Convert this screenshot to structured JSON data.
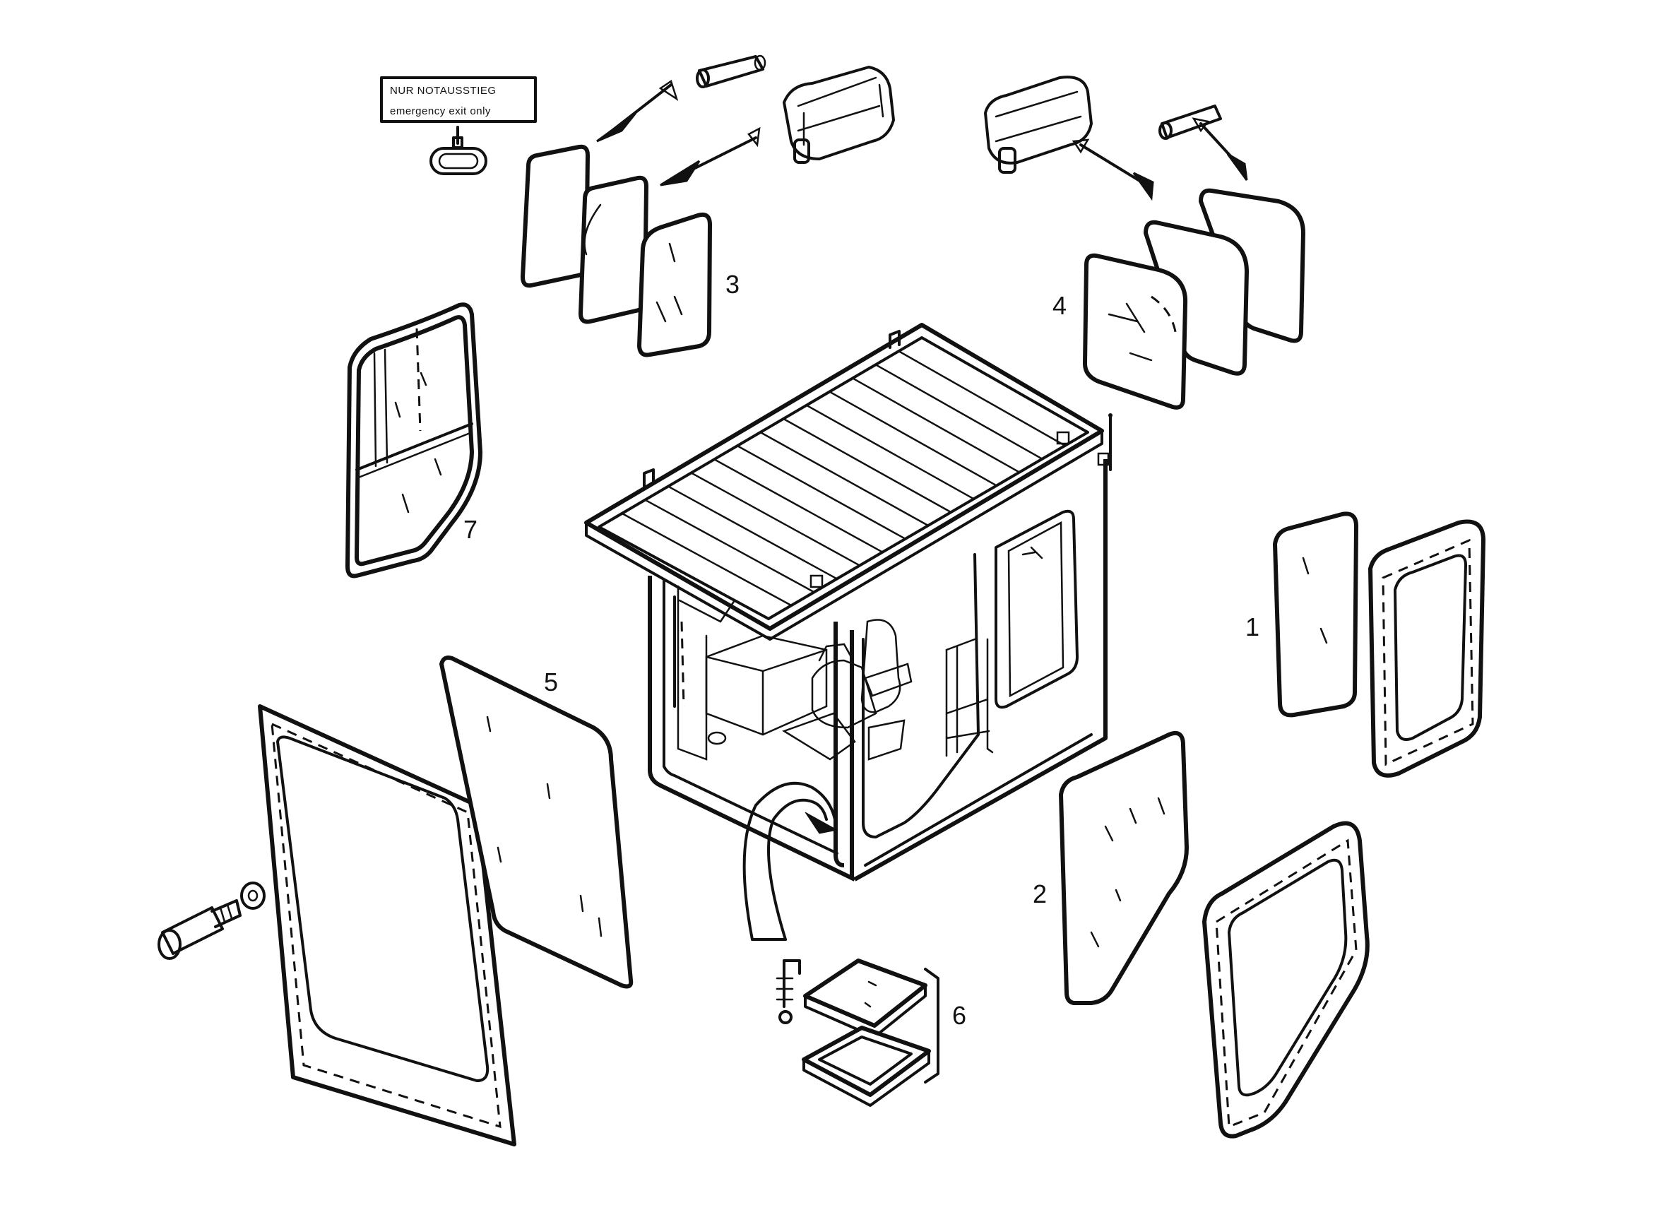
{
  "sign": {
    "line1": "NUR NOTAUSSTIEG",
    "line2": "emergency exit only"
  },
  "callouts": {
    "c1": "1",
    "c2": "2",
    "c3": "3",
    "c4": "4",
    "c5": "5",
    "c6": "6",
    "c7": "7"
  }
}
